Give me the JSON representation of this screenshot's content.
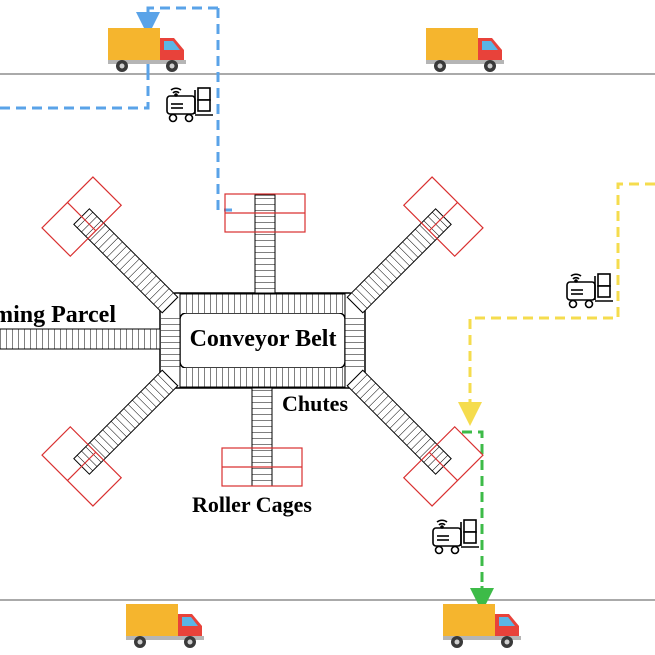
{
  "labels": {
    "incoming_parcel": "Incoming Parcel",
    "conveyor_belt": "Conveyor Belt",
    "chutes": "Chutes",
    "roller_cages": "Roller Cages"
  },
  "colors": {
    "truck_cargo": "#F5B52E",
    "truck_cab": "#E8423A",
    "truck_window": "#5BB5E5",
    "cage_outline": "#D93030",
    "route_blue": "#5AA3E8",
    "route_yellow": "#F5DC4E",
    "route_green": "#3DBB48",
    "wall_line": "#555555",
    "belt_stroke": "#000000"
  },
  "icons": {
    "trucks": [
      "delivery-truck-icon",
      "delivery-truck-icon",
      "delivery-truck-icon",
      "delivery-truck-icon"
    ],
    "agvs": [
      "forklift-agv-icon",
      "forklift-agv-icon",
      "forklift-agv-icon"
    ]
  }
}
